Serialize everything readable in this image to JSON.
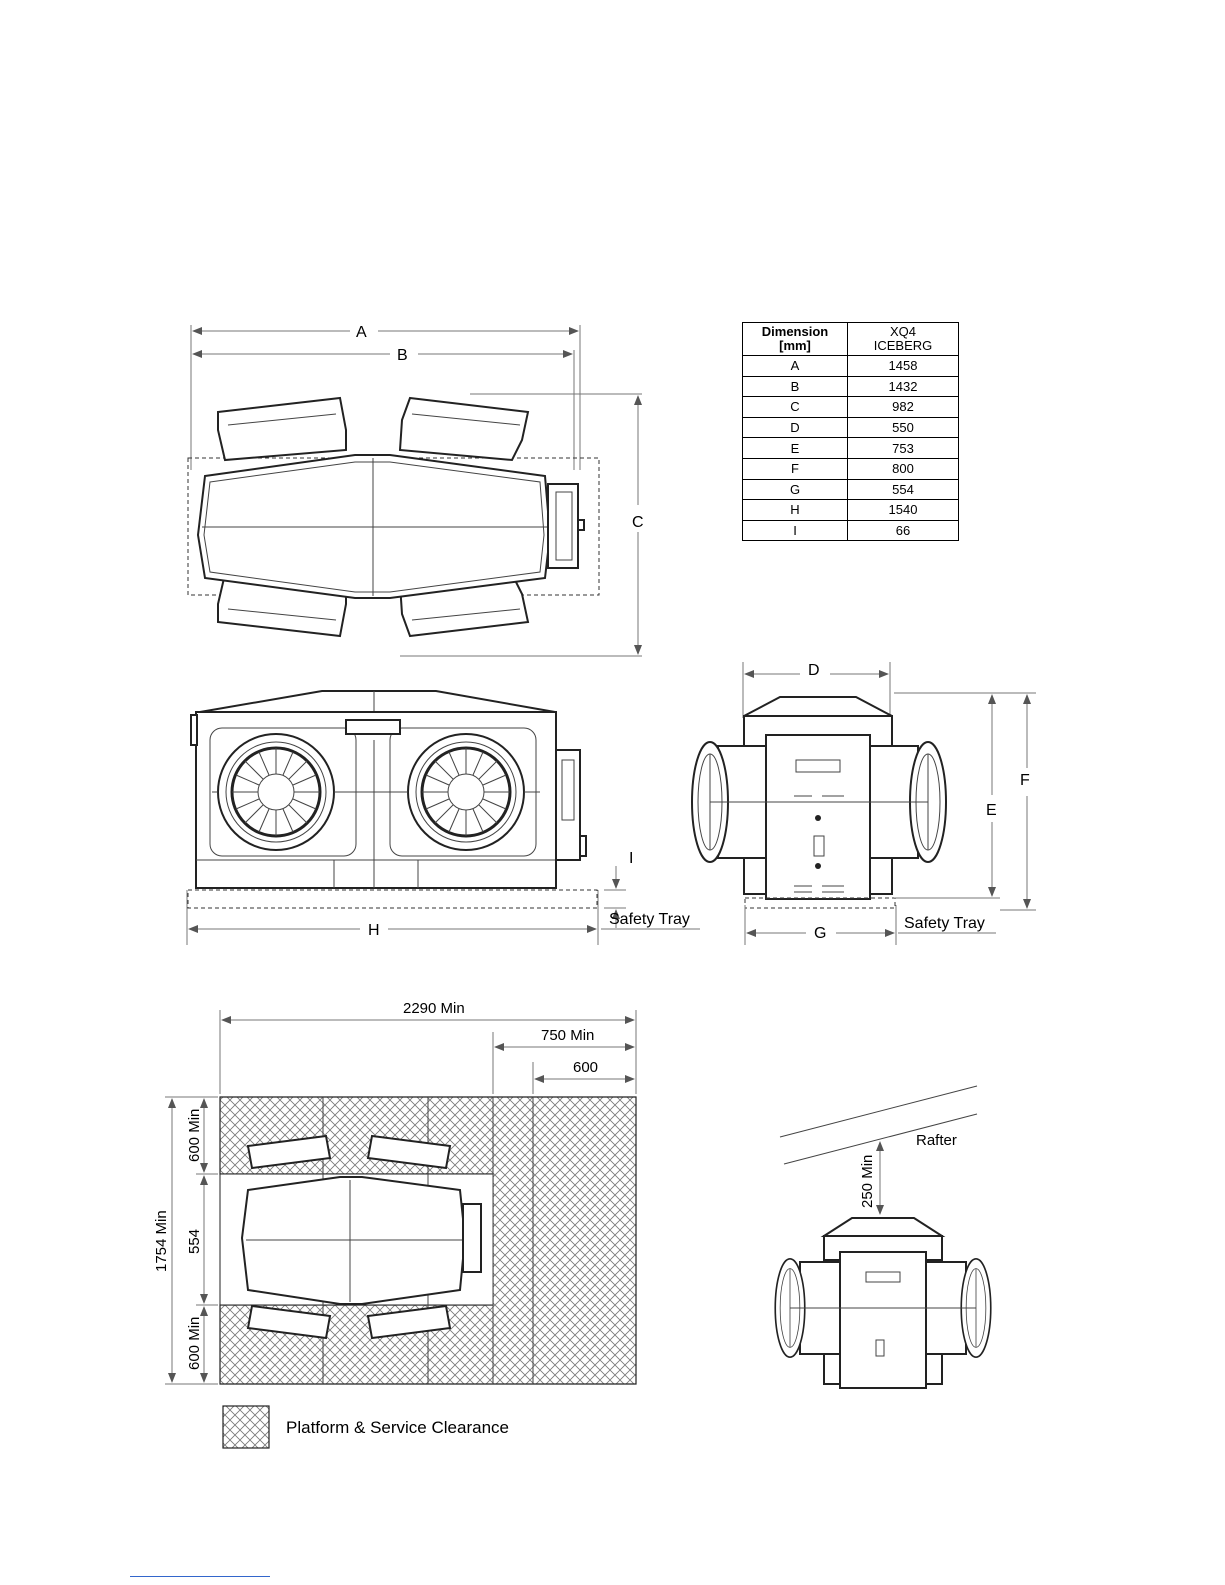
{
  "dimension_table": {
    "header_dimension": "Dimension",
    "header_unit": "[mm]",
    "header_model_line1": "XQ4",
    "header_model_line2": "ICEBERG",
    "rows": [
      {
        "dimension": "A",
        "value": "1458"
      },
      {
        "dimension": "B",
        "value": "1432"
      },
      {
        "dimension": "C",
        "value": "982"
      },
      {
        "dimension": "D",
        "value": "550"
      },
      {
        "dimension": "E",
        "value": "753"
      },
      {
        "dimension": "F",
        "value": "800"
      },
      {
        "dimension": "G",
        "value": "554"
      },
      {
        "dimension": "H",
        "value": "1540"
      },
      {
        "dimension": "I",
        "value": "66"
      }
    ]
  },
  "top_view": {
    "label_a": "A",
    "label_b": "B",
    "label_c": "C"
  },
  "front_view": {
    "label_h": "H",
    "label_i": "I",
    "safety_tray": "Safety Tray"
  },
  "side_view": {
    "label_d": "D",
    "label_e": "E",
    "label_f": "F",
    "label_g": "G",
    "safety_tray": "Safety Tray"
  },
  "clearance_plan": {
    "width_min": "2290 Min",
    "service_min": "750 Min",
    "service": "600",
    "depth_total": "1754 Min",
    "top_min": "600 Min",
    "unit_width": "554",
    "bottom_min": "600 Min",
    "legend": "Platform & Service Clearance"
  },
  "rafter_view": {
    "rafter": "Rafter",
    "clearance": "250 Min"
  }
}
